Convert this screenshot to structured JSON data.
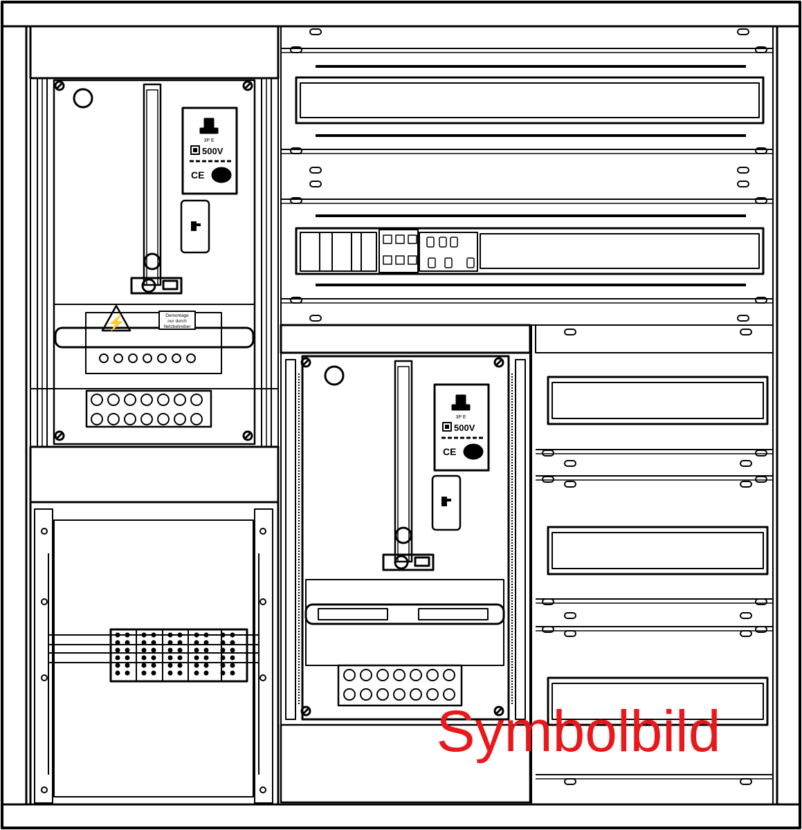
{
  "diagram": {
    "watermark": "Symbolbild",
    "watermark_color": "#e8191c",
    "line_color": "#000000",
    "background": "#ffffff",
    "label_demontage": [
      "Demontage",
      "nur durch",
      "Netzbetreiber"
    ],
    "meter_labels": {
      "pole": "3P E",
      "voltage": "500V",
      "ce": "CE"
    }
  }
}
